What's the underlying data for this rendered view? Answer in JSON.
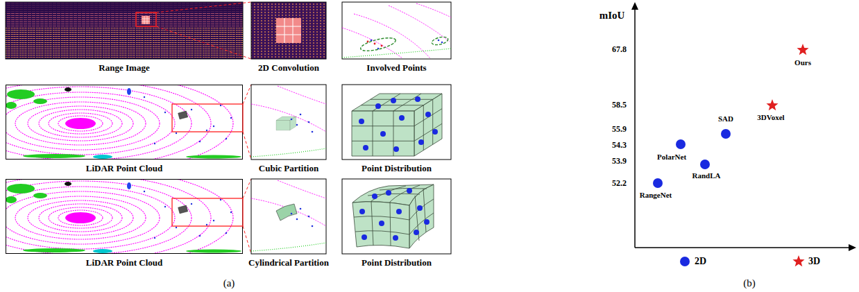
{
  "diagram": {
    "nodes": [
      {
        "text": [
          "Range Image"
        ]
      },
      {
        "text": [
          "2D Convolution"
        ]
      },
      {
        "text": [
          "Involved Points"
        ]
      },
      {
        "text": [
          "LiDAR Point Cloud"
        ]
      },
      {
        "text": [
          "Cubic Partition"
        ]
      },
      {
        "text": [
          "Point Distribution"
        ]
      },
      {
        "text": [
          "LiDAR Point Cloud"
        ]
      },
      {
        "text": [
          "Cylindrical Partition"
        ]
      },
      {
        "text": [
          "Point Distribution"
        ]
      }
    ],
    "labels": [
      "(a)",
      "(b)",
      "mIoU",
      "67.8",
      "58.5",
      "55.9",
      "54.3",
      "53.9",
      "52.2",
      "Ours",
      "3DVoxel",
      "SAD",
      "PolarNet",
      "RandLA",
      "RangeNet"
    ],
    "legend": [
      {
        "text": "2D"
      },
      {
        "text": "3D"
      }
    ]
  }
}
